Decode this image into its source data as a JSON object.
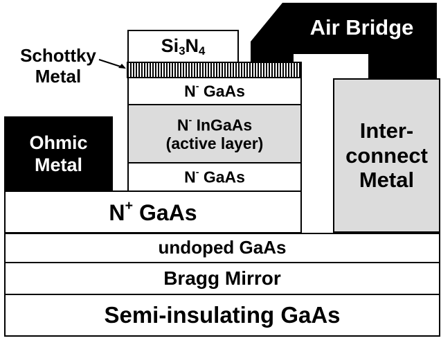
{
  "layers": {
    "semi_insulating": "Semi-insulating GaAs",
    "bragg_mirror": "Bragg Mirror",
    "undoped": "undoped GaAs",
    "n_plus": {
      "base": "N",
      "sup": "+",
      "rest": " GaAs"
    },
    "n_minus_bottom": {
      "base": "N",
      "sup": "-",
      "rest": " GaAs"
    },
    "ingaas": {
      "base": "N",
      "sup": "-",
      "rest": " InGaAs",
      "line2": "(active layer)"
    },
    "n_minus_top": {
      "base": "N",
      "sup": "-",
      "rest": " GaAs"
    },
    "si3n4": {
      "a": "Si",
      "sub1": "3",
      "b": "N",
      "sub2": "4"
    }
  },
  "labels": {
    "schottky_line1": "Schottky",
    "schottky_line2": "Metal",
    "ohmic_line1": "Ohmic",
    "ohmic_line2": "Metal",
    "interconnect_line1": "Inter-",
    "interconnect_line2": "connect",
    "interconnect_line3": "Metal",
    "air_bridge": "Air Bridge"
  },
  "colors": {
    "metal": "#000000",
    "interconnect": "#dcdcdc",
    "active_layer": "#dcdcdc",
    "layer": "#ffffff"
  }
}
